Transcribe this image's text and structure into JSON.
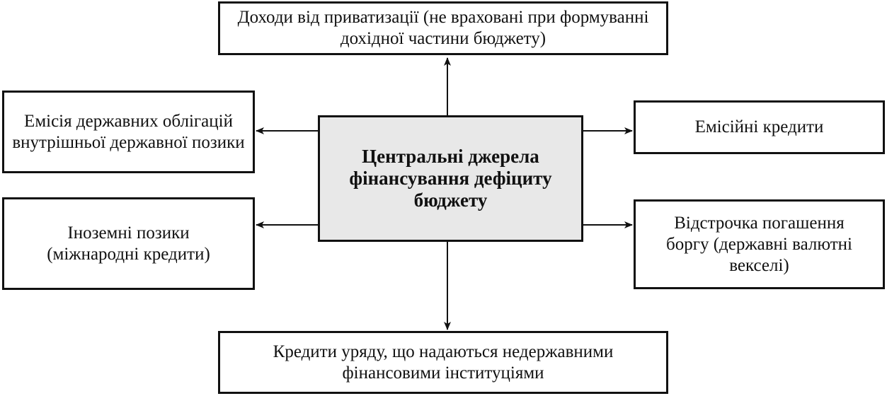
{
  "diagram": {
    "center": "Центральні джерела фінансування дефіциту бюджету",
    "top": "Доходи від приватизації (не враховані при формуванні дохідної частини бюджету)",
    "left_top": "Емісія державних облігацій внутрішньої державної позики",
    "left_bottom": "Іноземні позики (міжнародні кредити)",
    "right_top": "Емісійні кредити",
    "right_bottom": "Відстрочка погашення боргу (державні валютні векселі)",
    "bottom": "Кредити уряду, що надаються недержавними фінансовими інституціями"
  },
  "colors": {
    "line": "#111111",
    "center_fill": "#e8e8e8",
    "box_fill": "#ffffff"
  }
}
